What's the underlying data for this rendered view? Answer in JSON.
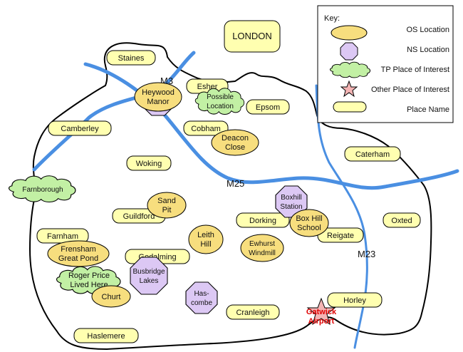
{
  "colors": {
    "place_fill": "#ffffb0",
    "os_fill": "#f7de7e",
    "ns_fill": "#dcc8f4",
    "tp_fill": "#c2f0a4",
    "other_fill": "#f4b4b4",
    "road": "#4a8fe2",
    "gatwick_text": "#e00000"
  },
  "key": {
    "title": "Key:",
    "items": [
      {
        "label": "OS Location",
        "icon": "os-ellipse-icon"
      },
      {
        "label": "NS Location",
        "icon": "ns-octagon-icon"
      },
      {
        "label": "TP Place of Interest",
        "icon": "tp-cloud-icon"
      },
      {
        "label": "Other Place of Interest",
        "icon": "star-icon"
      },
      {
        "label": "Place Name",
        "icon": "place-rounded-rect-icon"
      }
    ]
  },
  "roads": {
    "m3": "M3",
    "m25": "M25",
    "m23": "M23"
  },
  "london": "LONDON",
  "places": [
    {
      "id": "staines",
      "name": "Staines"
    },
    {
      "id": "esher",
      "name": "Esher"
    },
    {
      "id": "epsom",
      "name": "Epsom"
    },
    {
      "id": "camberley",
      "name": "Camberley"
    },
    {
      "id": "cobham",
      "name": "Cobham"
    },
    {
      "id": "caterham",
      "name": "Caterham"
    },
    {
      "id": "woking",
      "name": "Woking"
    },
    {
      "id": "guildford",
      "name": "Guildford"
    },
    {
      "id": "dorking",
      "name": "Dorking"
    },
    {
      "id": "reigate",
      "name": "Reigate"
    },
    {
      "id": "oxted",
      "name": "Oxted"
    },
    {
      "id": "farnham",
      "name": "Farnham"
    },
    {
      "id": "godalming",
      "name": "Godalming"
    },
    {
      "id": "horley",
      "name": "Horley"
    },
    {
      "id": "cranleigh",
      "name": "Cranleigh"
    },
    {
      "id": "haslemere",
      "name": "Haslemere"
    }
  ],
  "os_locations": [
    {
      "id": "heywood",
      "lines": [
        "Heywood",
        "Manor"
      ]
    },
    {
      "id": "deacon",
      "lines": [
        "Deacon",
        "Close"
      ]
    },
    {
      "id": "sandpit",
      "lines": [
        "Sand",
        "Pit"
      ]
    },
    {
      "id": "leith",
      "lines": [
        "Leith",
        "Hill"
      ]
    },
    {
      "id": "boxhillschool",
      "lines": [
        "Box Hill",
        "School"
      ]
    },
    {
      "id": "ewhurst",
      "lines": [
        "Ewhurst",
        "Windmill"
      ]
    },
    {
      "id": "frensham",
      "lines": [
        "Frensham",
        "Great Pond"
      ]
    },
    {
      "id": "churt",
      "lines": [
        "Churt"
      ]
    }
  ],
  "ns_locations": [
    {
      "id": "boxhillstation",
      "lines": [
        "Boxhill",
        "Station"
      ]
    },
    {
      "id": "busbridge",
      "lines": [
        "Busbridge",
        "Lakes"
      ]
    },
    {
      "id": "hascombe",
      "lines": [
        "Has-",
        "combe"
      ]
    }
  ],
  "tp_places": [
    {
      "id": "possible",
      "lines": [
        "Possible",
        "Location"
      ]
    },
    {
      "id": "farnborough",
      "lines": [
        "Farnborough"
      ]
    },
    {
      "id": "rogerprice",
      "lines": [
        "Roger Price",
        "Lived Here"
      ]
    }
  ],
  "other_places": [
    {
      "id": "gatwick",
      "lines": [
        "Gatwick",
        "Airport"
      ]
    }
  ]
}
